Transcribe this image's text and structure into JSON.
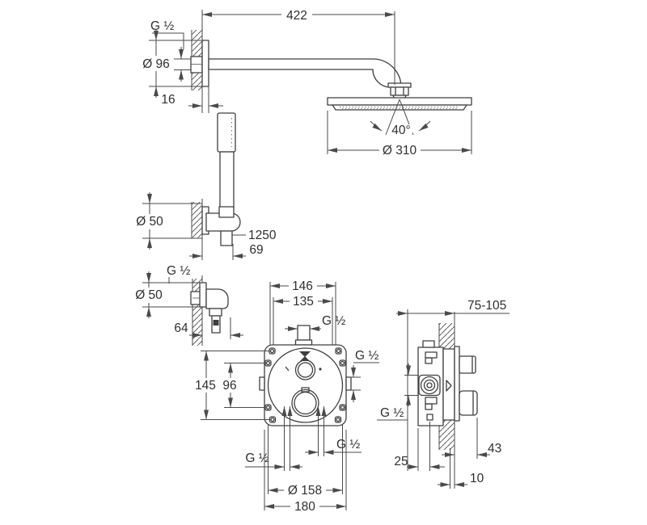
{
  "drawing": {
    "head_shower": {
      "arm_thread": "G ½",
      "escutcheon_dia": "Ø 96",
      "escutcheon_depth": "16",
      "projection": "422",
      "swivel_angle": "40°",
      "spray_dia": "Ø 310"
    },
    "hand_shower": {
      "holder_dia": "Ø 50",
      "hose_length": "1250",
      "holder_projection": "69"
    },
    "wall_union": {
      "thread": "G ½",
      "dia": "Ø 50",
      "projection": "64"
    },
    "valve_front": {
      "hole_spacing_w_outer": "146",
      "hole_spacing_w_inner": "135",
      "outlet_top_thread": "G ½",
      "outlet_right_thread": "G ½",
      "hole_spacing_h_outer": "145",
      "hole_spacing_h_inner": "96",
      "inlet_bottom_left_thread": "G ½",
      "inlet_bottom_right_thread": "G ½",
      "rosette_dia": "Ø 158",
      "plate_width": "180"
    },
    "valve_side": {
      "installation_depth": "75-105",
      "inlet_thread": "G ½",
      "rear_offset": "25",
      "min_tile": "10",
      "knob_projection": "43"
    },
    "colors": {
      "line": "#3f3f3f",
      "dim_line": "#4a4a4a",
      "background": "#ffffff"
    }
  }
}
